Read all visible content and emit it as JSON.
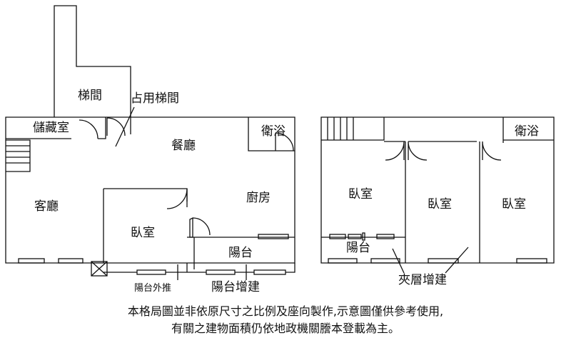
{
  "labels": {
    "stairwell": "梯間",
    "occupied_stairwell": "占用梯間",
    "storage": "儲藏室",
    "dining": "餐廳",
    "bath_left": "衛浴",
    "living": "客廳",
    "kitchen": "廚房",
    "bedroom_left": "臥室",
    "balcony_left": "陽台",
    "balcony_push_out": "陽台外推",
    "balcony_addition": "陽台增建",
    "bedroom_r1": "臥室",
    "bedroom_r2": "臥室",
    "bedroom_r3": "臥室",
    "bath_right": "衛浴",
    "balcony_right": "陽台",
    "mezzanine_addition": "夾層增建"
  },
  "notes": {
    "line1": "本格局圖並非依原尺寸之比例及座向製作,示意圖僅供參考使用,",
    "line2": "有關之建物面積仍依地政機關謄本登載為主。"
  }
}
